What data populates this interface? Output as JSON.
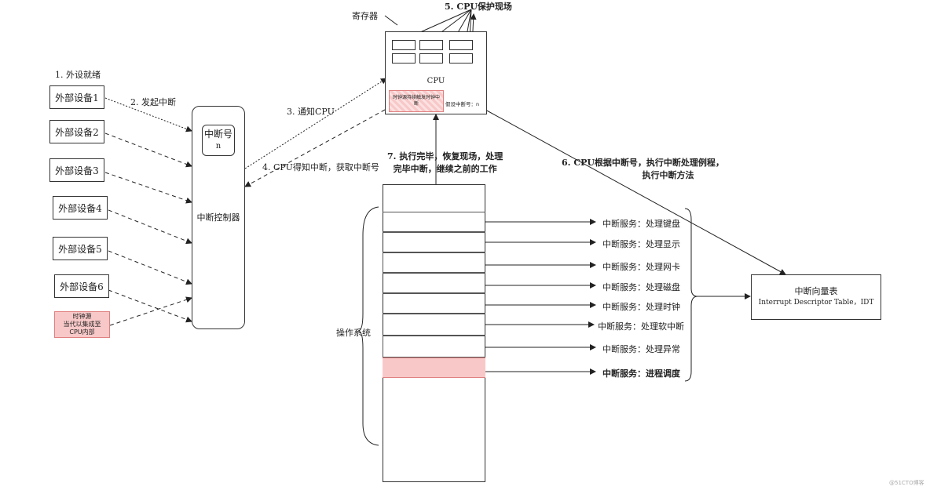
{
  "steps": {
    "s1": "1. 外设就绪",
    "s2": "2. 发起中断",
    "s3": "3. 通知CPU",
    "s4": "4. CPU得知中断，获取中断号",
    "s5": "5. CPU保护现场",
    "s6_line1": "6. CPU根据中断号，执行中断处理例程，",
    "s6_line2": "执行中断方法",
    "s7_line1": "7. 执行完毕，恢复现场，处理",
    "s7_line2": "完毕中断，继续之前的工作"
  },
  "devices": [
    "外部设备1",
    "外部设备2",
    "外部设备3",
    "外部设备4",
    "外部设备5",
    "外部设备6"
  ],
  "clock_source": [
    "时钟源",
    "当代以集成至",
    "CPU内部"
  ],
  "controller": {
    "label": "中断控制器",
    "irq_label": "中断号",
    "irq_value": "n"
  },
  "cpu": {
    "label": "CPU",
    "register_label": "寄存器",
    "clock_interrupt": "时钟源持续触发时钟中断",
    "irq_note": "假设中断号：n"
  },
  "os_label": "操作系统",
  "services": [
    "中断服务：处理键盘",
    "中断服务：处理显示",
    "中断服务：处理网卡",
    "中断服务：处理磁盘",
    "中断服务：处理时钟",
    "中断服务：处理软中断",
    "中断服务：处理异常",
    "中断服务：进程调度"
  ],
  "idt": {
    "title": "中断向量表",
    "subtitle": "Interrupt Descriptor Table，IDT"
  },
  "watermark": "@51CTO博客",
  "colors": {
    "highlight_fill": "#f8c8c8",
    "highlight_border": "#e08080"
  }
}
